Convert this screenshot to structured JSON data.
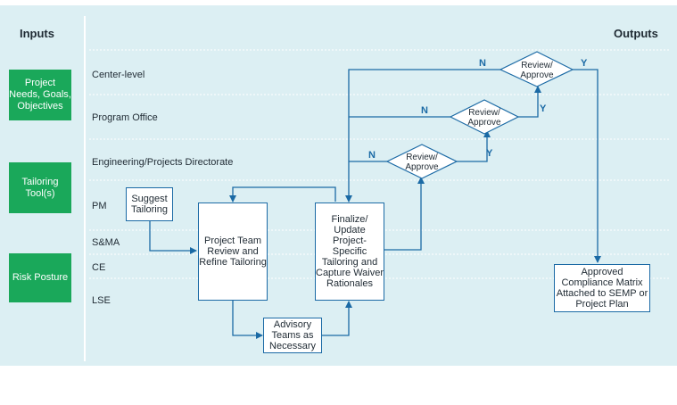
{
  "headers": {
    "inputs": "Inputs",
    "outputs": "Outputs"
  },
  "inputs": [
    {
      "label": "Project Needs, Goals, Objectives"
    },
    {
      "label": "Tailoring Tool(s)"
    },
    {
      "label": "Risk Posture"
    }
  ],
  "lanes": {
    "center": "Center-level",
    "program": "Program Office",
    "engineering": "Engineering/Projects Directorate",
    "pm": "PM",
    "sma": "S&MA",
    "ce": "CE",
    "lse": "LSE"
  },
  "boxes": {
    "suggest": "Suggest Tailoring",
    "review_refine": "Project Team Review and Refine Tailoring",
    "advisory": "Advisory Teams as Necessary",
    "finalize": "Finalize/ Update Project- Specific Tailoring and Capture Waiver Rationales",
    "approved": "Approved Compliance Matrix Attached to SEMP or Project Plan"
  },
  "decisions": {
    "center": "Review/ Approve",
    "program": "Review/ Approve",
    "engineering": "Review/ Approve"
  },
  "flow_labels": {
    "no": "N",
    "yes": "Y"
  },
  "colors": {
    "background": "#dceff3",
    "accent_green": "#1aa85a",
    "line_blue": "#1b6aa5"
  }
}
